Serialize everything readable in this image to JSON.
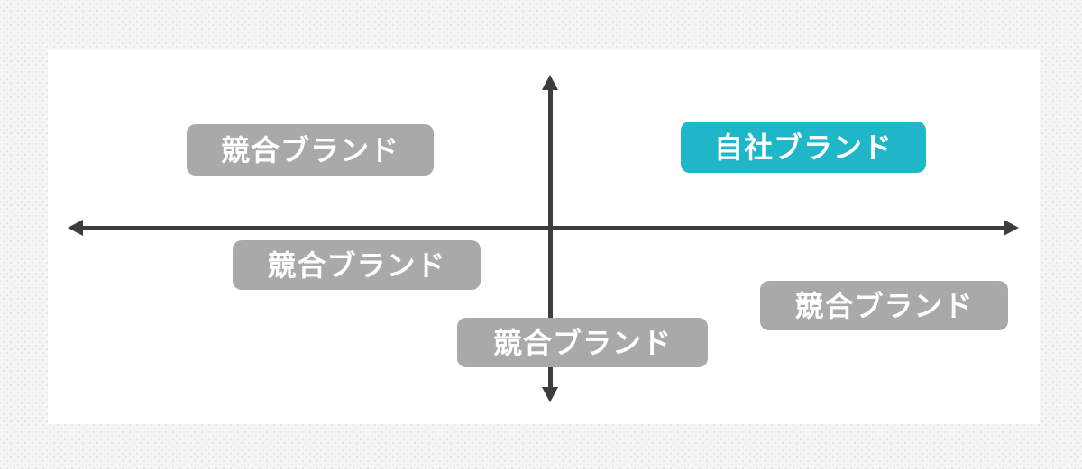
{
  "diagram": {
    "type": "brand-positioning-map",
    "own_brand": {
      "label": "自社ブランド",
      "quadrant": "top-right",
      "bg_color": "#1fb6c8",
      "text_color": "#ffffff"
    },
    "competitors": [
      {
        "label": "競合ブランド",
        "position": "top-left"
      },
      {
        "label": "競合ブランド",
        "position": "middle-left"
      },
      {
        "label": "競合ブランド",
        "position": "bottom-center"
      },
      {
        "label": "競合ブランド",
        "position": "right-below-axis"
      }
    ],
    "competitor_style": {
      "bg_color": "#a9a9a9",
      "text_color": "#ffffff"
    },
    "axes": {
      "color": "#3c3c3c",
      "horizontal": {
        "label": ""
      },
      "vertical": {
        "label": ""
      }
    },
    "background": {
      "canvas_color": "#ffffff",
      "page_color": "#f5f5f6",
      "dot_color": "#e5e5e8"
    }
  }
}
